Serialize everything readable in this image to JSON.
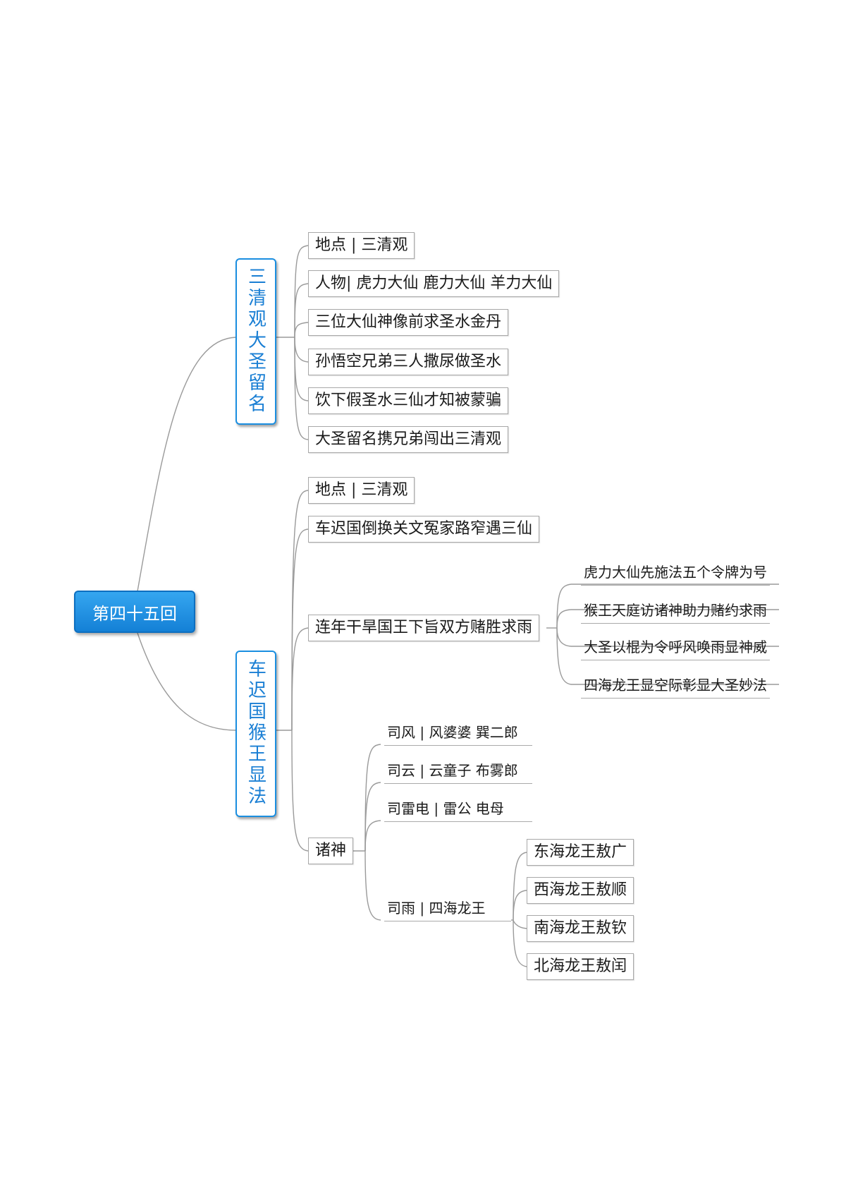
{
  "root": {
    "label": "第四十五回"
  },
  "branch1": {
    "title": "三清观大圣留名",
    "items": [
      "地点 | 三清观",
      "人物| 虎力大仙 鹿力大仙 羊力大仙",
      "三位大仙神像前求圣水金丹",
      "孙悟空兄弟三人撒尿做圣水",
      "饮下假圣水三仙才知被蒙骗",
      "大圣留名携兄弟闯出三清观"
    ]
  },
  "branch2": {
    "title": "车迟国猴王显法",
    "items": [
      "地点 | 三清观",
      "车迟国倒换关文冤家路窄遇三仙",
      "连年干旱国王下旨双方赌胜求雨",
      "诸神"
    ],
    "rain_contest": [
      "虎力大仙先施法五个令牌为号",
      "猴王天庭访诸神助力赌约求雨",
      "大圣以棍为令呼风唤雨显神威",
      "四海龙王显空际彰显大圣妙法"
    ],
    "gods": [
      "司风 | 风婆婆 巽二郎",
      "司云 | 云童子 布雾郎",
      "司雷电 | 雷公 电母",
      "司雨 | 四海龙王"
    ],
    "dragon_kings": [
      "东海龙王敖广",
      "西海龙王敖顺",
      "南海龙王敖钦",
      "北海龙王敖闰"
    ]
  }
}
